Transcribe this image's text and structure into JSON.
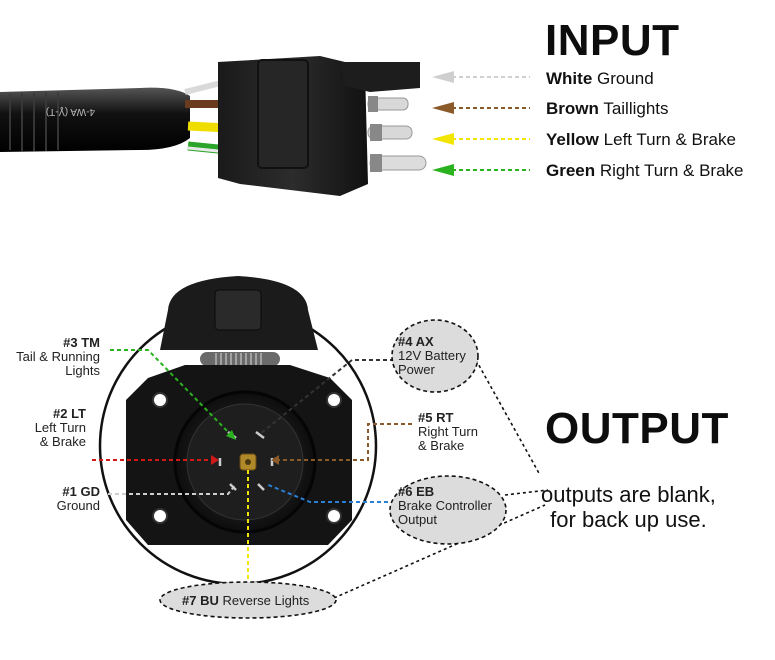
{
  "input": {
    "title": "INPUT",
    "wires": [
      {
        "name": "White",
        "function": "Ground",
        "color": "#d0d0d0"
      },
      {
        "name": "Brown",
        "function": "Taillights",
        "color": "#7a4a2a"
      },
      {
        "name": "Yellow",
        "function": "Left Turn & Brake",
        "color": "#f2e600"
      },
      {
        "name": "Green",
        "function": "Right Turn & Brake",
        "color": "#2bb21f"
      }
    ],
    "plug_marking": "4-WA (Ɣ-T)"
  },
  "output": {
    "title": "OUTPUT",
    "note_line1": "outputs are blank,",
    "note_line2": "for back up use.",
    "pins": {
      "tm": {
        "code": "#3 TM",
        "line1": "Tail & Running",
        "line2": "Lights",
        "color": "#2bb21f"
      },
      "lt": {
        "code": "#2 LT",
        "line1": "Left Turn",
        "line2": "& Brake",
        "color": "#d01a1a"
      },
      "gd": {
        "code": "#1 GD",
        "line1": "Ground",
        "color": "#cfcfcf"
      },
      "ax": {
        "code": "#4 AX",
        "line1": "12V Battery",
        "line2": "Power",
        "color": "#222222"
      },
      "rt": {
        "code": "#5 RT",
        "line1": "Right Turn",
        "line2": "& Brake",
        "color": "#8a5a2a"
      },
      "eb": {
        "code": "#6 EB",
        "line1": "Brake Controller",
        "line2": "Output",
        "color": "#2a7fd4"
      },
      "bu": {
        "code": "#7 BU",
        "line1": "Reverse Lights",
        "color": "#f2e600"
      }
    }
  }
}
